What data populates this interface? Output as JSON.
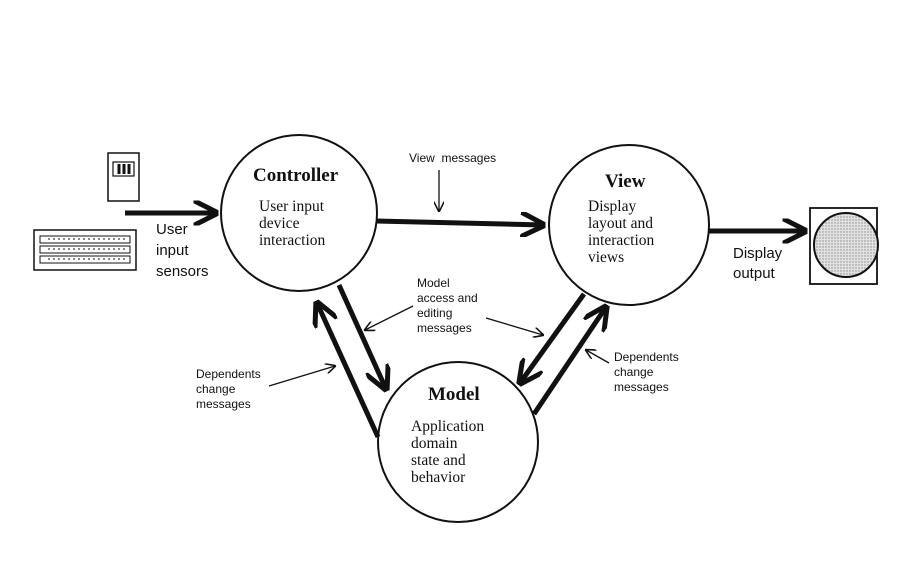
{
  "nodes": {
    "controller": {
      "title": "Controller",
      "lines": [
        "User input",
        "device",
        "interaction"
      ]
    },
    "view": {
      "title": "View",
      "lines": [
        "Display",
        "layout and",
        "interaction",
        "views"
      ]
    },
    "model": {
      "title": "Model",
      "lines": [
        "Application",
        "domain",
        "state and",
        "behavior"
      ]
    }
  },
  "labels": {
    "user_input": [
      "User",
      "input",
      "sensors"
    ],
    "display_output": [
      "Display",
      "output"
    ],
    "view_messages": "View  messages",
    "model_access": [
      "Model",
      "access and",
      "editing",
      "messages"
    ],
    "dependents_left": [
      "Dependents",
      "change",
      "messages"
    ],
    "dependents_right": [
      "Dependents",
      "change",
      "messages"
    ]
  },
  "icons": {
    "mouse": "mouse-device-icon",
    "keyboard": "keyboard-icon",
    "display": "display-monitor-icon"
  }
}
